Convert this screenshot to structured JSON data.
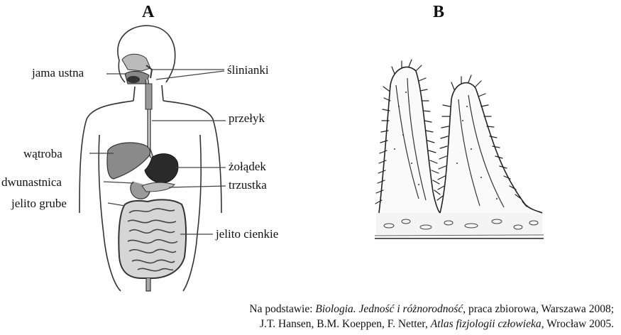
{
  "panels": {
    "a": "A",
    "b": "B"
  },
  "labels": {
    "mouth": "jama ustna",
    "salivary": "ślinianki",
    "esophagus": "przełyk",
    "liver": "wątroba",
    "stomach": "żołądek",
    "duodenum": "dwunastnica",
    "pancreas": "trzustka",
    "large_intestine": "jelito grube",
    "small_intestine": "jelito cienkie"
  },
  "source": {
    "prefix": "Na podstawie: ",
    "book1": "Biologia. Jedność i różnorodność",
    "rest1": ", praca zbiorowa, Warszawa 2008;",
    "authors2": "J.T. Hansen, B.M. Koeppen, F. Netter, ",
    "book2": "Atlas fizjologii człowieka,",
    "rest2": " Wrocław 2005."
  }
}
